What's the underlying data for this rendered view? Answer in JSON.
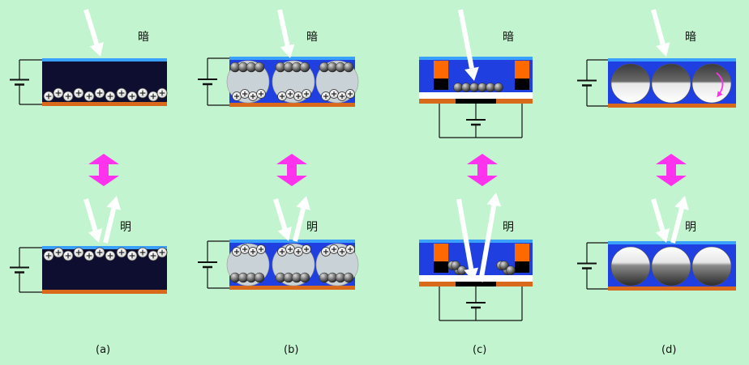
{
  "labels": {
    "dark": "暗",
    "bright": "明"
  },
  "captions": {
    "a": "(a)",
    "b": "(b)",
    "c": "(c)",
    "d": "(d)"
  },
  "colors": {
    "background": "#c2f5cf",
    "panel_top": "#3aa0ff",
    "panel_bottom": "#d96a1c",
    "cell_a": "#0e0e30",
    "cell_blue": "#1f3fe0",
    "spacer_orange": "#ff6a00",
    "toggle_arrow": "#ff33ee",
    "light_arrow": "#ffffff"
  },
  "icons": {
    "positive_particle": "plus-particle-icon",
    "negative_particle": "gray-sphere-particle-icon",
    "battery": "battery-icon",
    "switch_arrow": "double-arrow-icon",
    "light_ray": "light-arrow-icon"
  }
}
